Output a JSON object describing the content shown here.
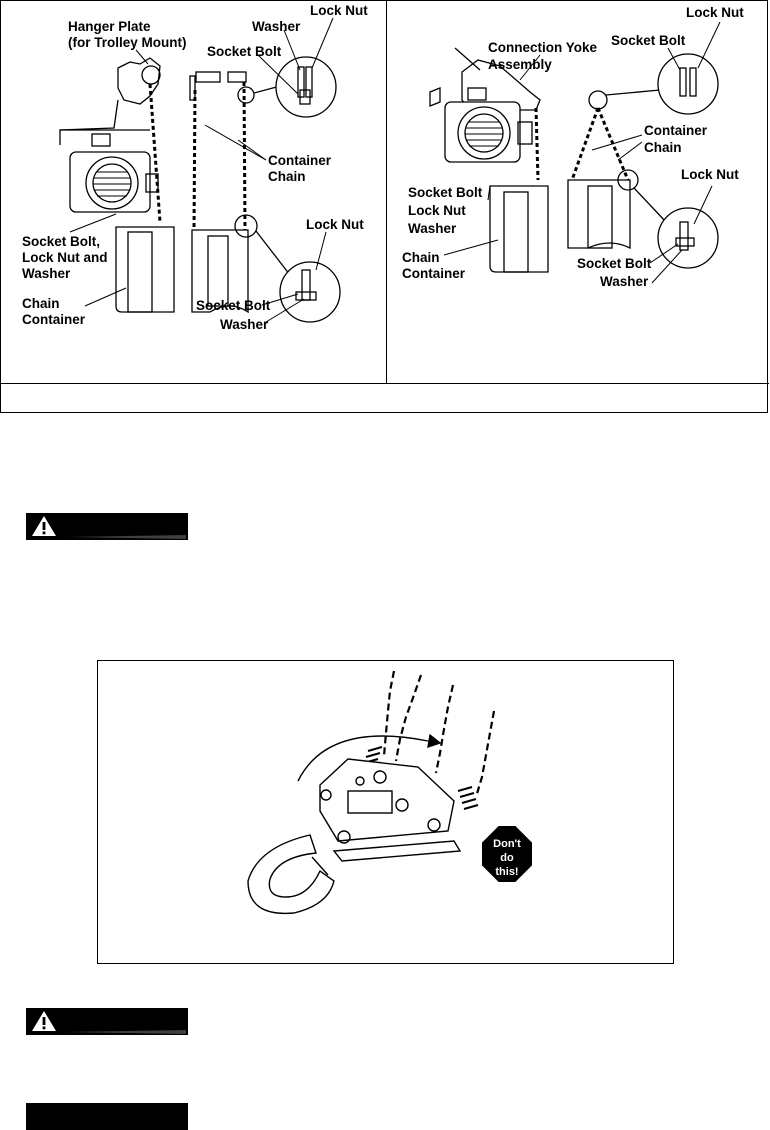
{
  "figure_top": {
    "left_panel": {
      "labels": {
        "hanger_plate_1": "Hanger Plate",
        "hanger_plate_2": "(for Trolley Mount)",
        "washer_top": "Washer",
        "lock_nut_top": "Lock Nut",
        "socket_bolt_top": "Socket Bolt",
        "container_chain_1": "Container",
        "container_chain_2": "Chain",
        "lock_nut_mid": "Lock Nut",
        "socket_bolt_combo_1": "Socket Bolt,",
        "socket_bolt_combo_2": "Lock Nut and",
        "socket_bolt_combo_3": "Washer",
        "chain_container_1": "Chain",
        "chain_container_2": "Container",
        "socket_bolt_bottom": "Socket Bolt",
        "washer_bottom": "Washer"
      }
    },
    "right_panel": {
      "labels": {
        "lock_nut_top": "Lock Nut",
        "connection_yoke_1": "Connection Yoke",
        "connection_yoke_2": "Assembly",
        "socket_bolt_top": "Socket Bolt",
        "container_chain_1": "Container",
        "container_chain_2": "Chain",
        "lock_nut_mid": "Lock Nut",
        "socket_bolt_lock_1": "Socket Bolt",
        "socket_bolt_lock_2": "Lock Nut",
        "socket_bolt_lock_3": "Washer",
        "chain_container_1": "Chain",
        "chain_container_2": "Container",
        "socket_bolt_bottom": "Socket Bolt",
        "washer_bottom": "Washer"
      }
    }
  },
  "figure_bottom": {
    "stop_sign_1": "Don't",
    "stop_sign_2": "do",
    "stop_sign_3": "this!"
  }
}
